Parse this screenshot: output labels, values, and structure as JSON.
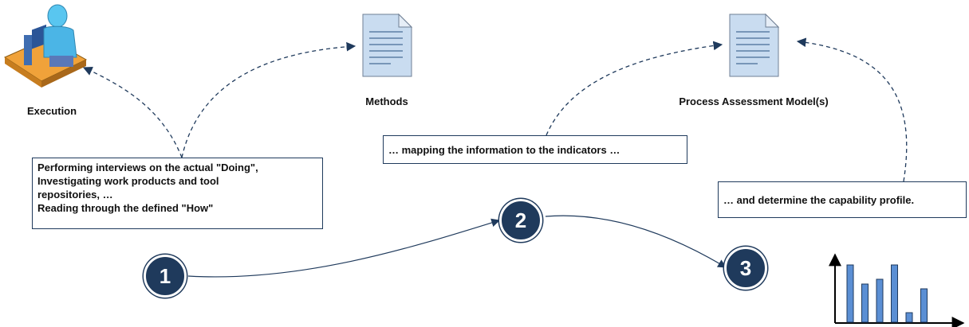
{
  "labels": {
    "execution": "Execution",
    "methods": "Methods",
    "pam": "Process Assessment Model(s)"
  },
  "boxes": {
    "step1_lines": [
      "Performing interviews on the actual \"Doing\",",
      "Investigating work products and tool",
      "repositories, …",
      "Reading through the defined \"How\""
    ],
    "step2": "… mapping the information to the indicators …",
    "step3": "… and determine the capability profile."
  },
  "steps": [
    "1",
    "2",
    "3"
  ],
  "icons": {
    "execution": "person-at-computer-icon",
    "methods": "document-icon",
    "pam": "document-icon",
    "profile": "bar-chart-icon"
  },
  "colors": {
    "accent": "#1f3a5c",
    "document_fill": "#c9dcf0",
    "bar_fill": "#5b8fd4"
  },
  "profile_chart": {
    "type": "bar",
    "values": [
      6,
      4,
      4.5,
      6,
      1,
      3.5
    ]
  }
}
